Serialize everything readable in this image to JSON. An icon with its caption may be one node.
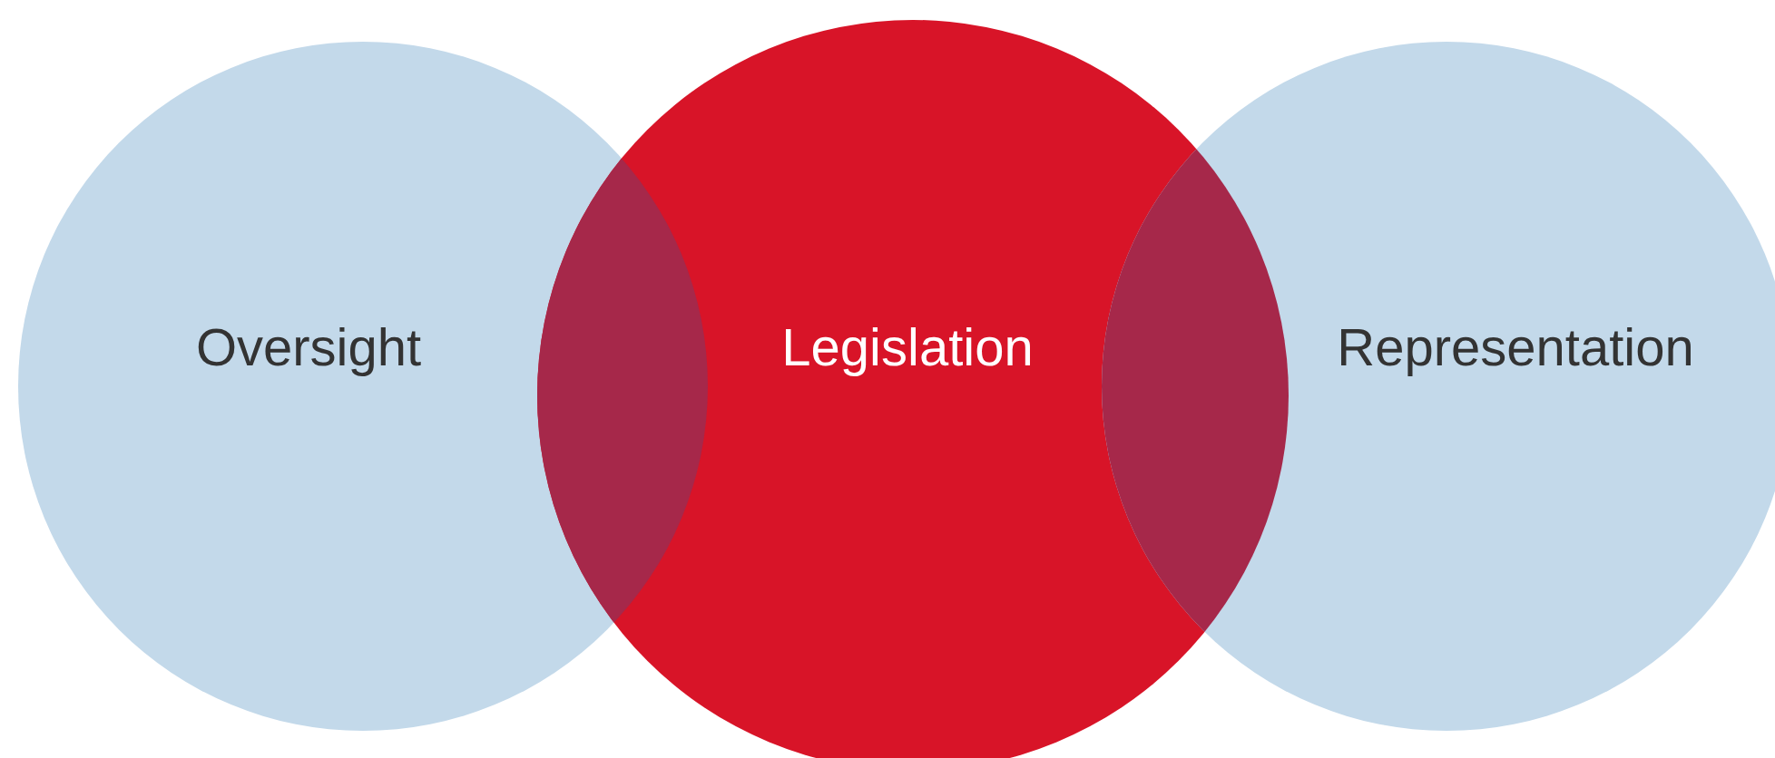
{
  "diagram": {
    "nodes": [
      {
        "text": [
          "Oversight"
        ]
      },
      {
        "text": [
          "Legislation"
        ]
      },
      {
        "text": [
          "Representation"
        ]
      },
      {
        "text": [],
        "shape": "lens"
      },
      {
        "text": [],
        "shape": "lens"
      }
    ]
  }
}
